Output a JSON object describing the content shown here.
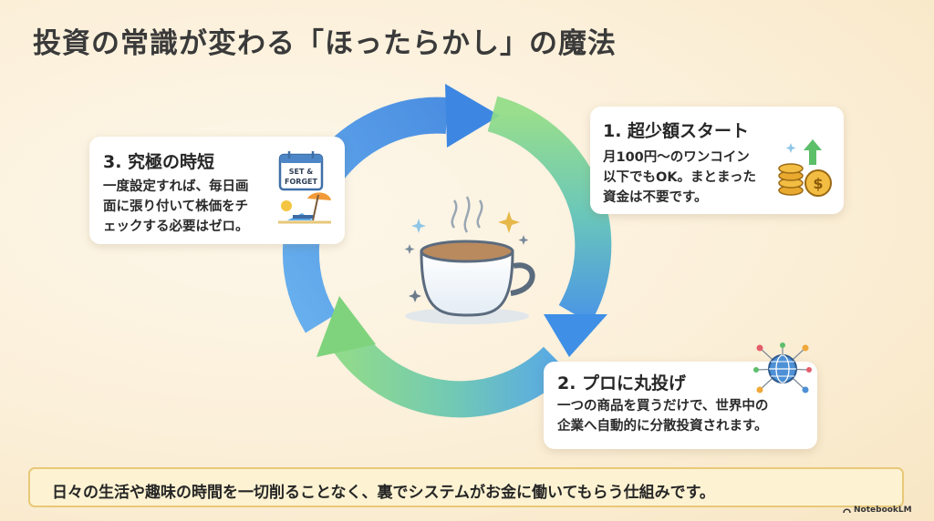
{
  "title": "投資の常識が変わる「ほったらかし」の魔法",
  "steps": [
    {
      "title": "1. 超少額スタート",
      "lines": [
        "月100円〜のワンコイン",
        "以下でもOK。まとまった",
        "資金は不要です。"
      ],
      "icon": "coin-stack-dollar-icon"
    },
    {
      "title": "2. プロに丸投げ",
      "lines": [
        "一つの商品を買うだけで、世界中の",
        "企業へ自動的に分散投資されます。"
      ],
      "icon": "globe-network-icon"
    },
    {
      "title": "3. 究極の時短",
      "lines": [
        "一度設定すれば、毎日画",
        "面に張り付いて株価をチ",
        "ェックする必要はゼロ。"
      ],
      "icon": "calendar-beach-icon",
      "icon_text_1": "SET &",
      "icon_text_2": "FORGET"
    }
  ],
  "footer": "日々の生活や趣味の時間を一切削ることなく、裏でシステムがお金に働いてもらう仕組みです。",
  "brand": "NotebookLM",
  "colors": {
    "cycle_blue": "#3f8fe6",
    "cycle_green": "#7fd37c",
    "footer_border": "#e8c878",
    "footer_bg": "#fdf3d2"
  }
}
